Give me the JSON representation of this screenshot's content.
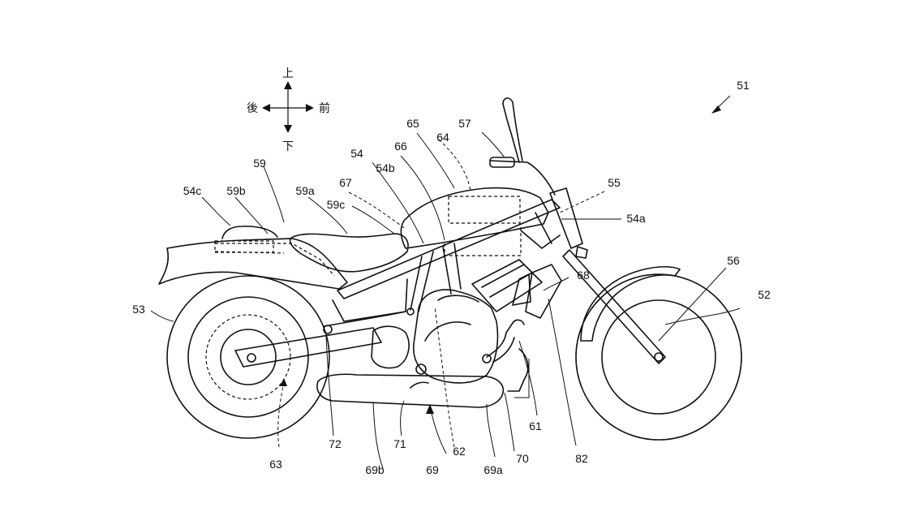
{
  "compass": {
    "up": "上",
    "down": "下",
    "rear": "後",
    "front": "前"
  },
  "labels": {
    "l51": "51",
    "l52": "52",
    "l53": "53",
    "l54": "54",
    "l54a": "54a",
    "l54b": "54b",
    "l54c": "54c",
    "l55": "55",
    "l56": "56",
    "l57": "57",
    "l59": "59",
    "l59a": "59a",
    "l59b": "59b",
    "l59c": "59c",
    "l61": "61",
    "l62": "62",
    "l63": "63",
    "l64": "64",
    "l65": "65",
    "l66": "66",
    "l67": "67",
    "l68": "68",
    "l69": "69",
    "l69a": "69a",
    "l69b": "69b",
    "l70": "70",
    "l71": "71",
    "l72": "72",
    "l82": "82"
  }
}
